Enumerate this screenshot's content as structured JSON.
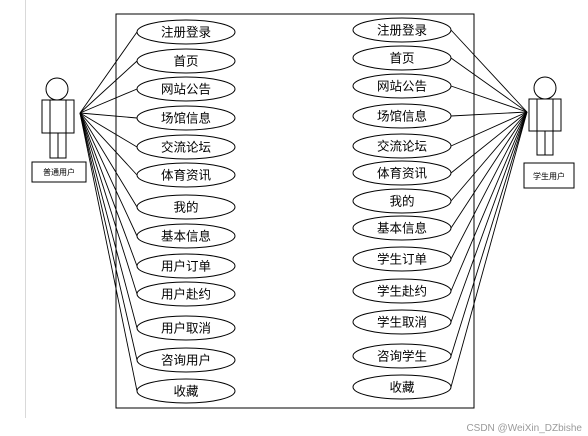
{
  "actors": [
    {
      "id": "left",
      "label": "普通用户"
    },
    {
      "id": "right",
      "label": "学生用户"
    }
  ],
  "use_cases": {
    "left": [
      "注册登录",
      "首页",
      "网站公告",
      "场馆信息",
      "交流论坛",
      "体育资讯",
      "我的",
      "基本信息",
      "用户订单",
      "用户赴约",
      "用户取消",
      "咨询用户",
      "收藏"
    ],
    "right": [
      "注册登录",
      "首页",
      "网站公告",
      "场馆信息",
      "交流论坛",
      "体育资讯",
      "我的",
      "基本信息",
      "学生订单",
      "学生赴约",
      "学生取消",
      "咨询学生",
      "收藏"
    ]
  },
  "watermark": "CSDN @WeiXin_DZbishe"
}
